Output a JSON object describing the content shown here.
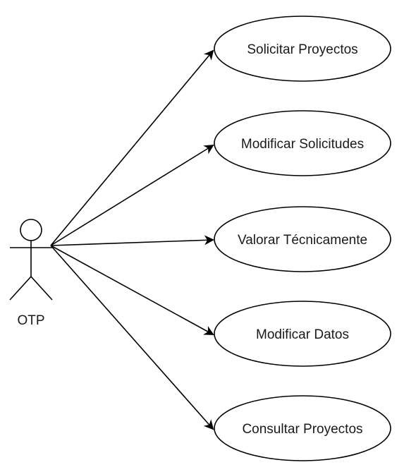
{
  "diagram": {
    "actor": {
      "name": "OTP"
    },
    "use_cases": [
      {
        "label": "Solicitar Proyectos"
      },
      {
        "label": "Modificar Solicitudes"
      },
      {
        "label": "Valorar Técnicamente"
      },
      {
        "label": "Modificar Datos"
      },
      {
        "label": "Consultar Proyectos"
      }
    ],
    "colors": {
      "stroke": "#000000",
      "background": "#ffffff"
    }
  }
}
